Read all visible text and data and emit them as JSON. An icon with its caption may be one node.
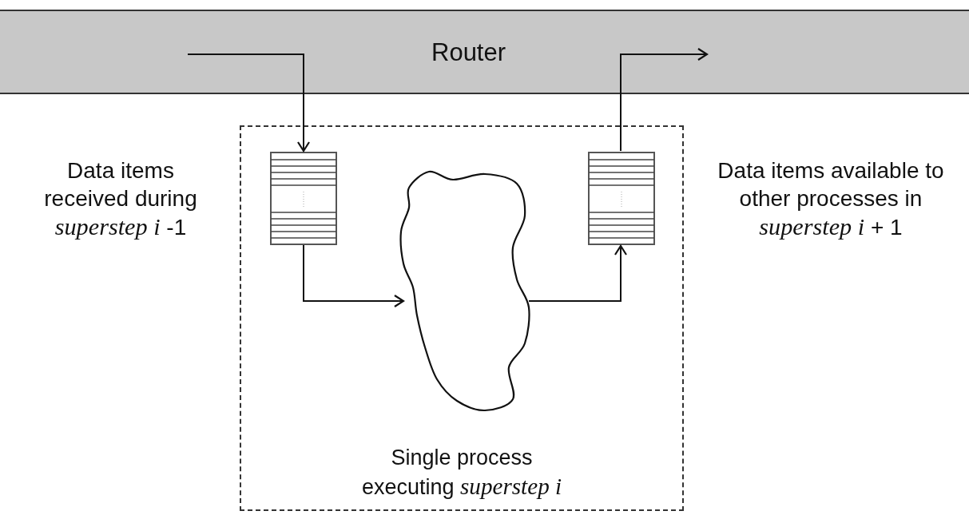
{
  "diagram": {
    "nodes": [
      {
        "text": [
          "Router"
        ]
      },
      {
        "text": [
          "Single process executing *superstep i*"
        ]
      },
      {
        "text": [],
        "shape": "box",
        "in": 1
      },
      {
        "text": [],
        "shape": "cloud",
        "in": 1
      },
      {
        "text": [],
        "shape": "box",
        "in": 1
      }
    ],
    "edges": [
      {
        "from": 0,
        "to": 2,
        "arrow": "to"
      },
      {
        "from": 2,
        "to": 3,
        "arrow": "to"
      },
      {
        "from": 3,
        "to": 4,
        "arrow": "to"
      },
      {
        "from": 4,
        "to": 0,
        "arrow": "to"
      }
    ],
    "labels": [
      "Data items received during *superstep i* -1",
      "Data items available to other processes in *superstep i* + 1"
    ]
  }
}
